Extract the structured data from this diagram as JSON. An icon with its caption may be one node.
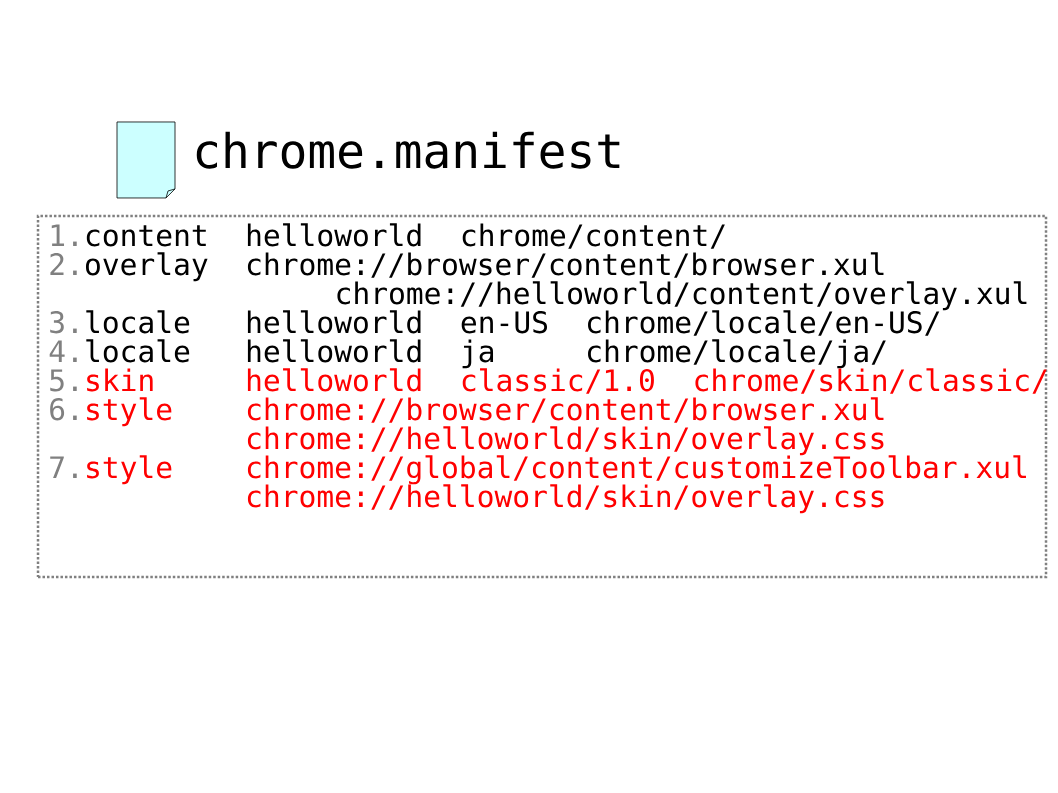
{
  "diagram": {
    "title": "chrome.manifest",
    "nodes": [
      {
        "text": [
          "1.",
          "content",
          "helloworld",
          "chrome/content/",
          "2.",
          "overlay",
          "chrome://browser/content/browser.xul",
          "chrome://helloworld/content/overlay.xul",
          "3.",
          "locale",
          "helloworld",
          "en-US",
          "chrome/locale/en-US/",
          "4.",
          "locale",
          "helloworld",
          "ja",
          "chrome/locale/ja/",
          "5.",
          "skin",
          "helloworld",
          "classic/1.0",
          "chrome/skin/classic/",
          "6.",
          "style",
          "chrome://browser/content/browser.xul",
          "chrome://helloworld/skin/overlay.css",
          "7.",
          "style",
          "chrome://global/content/customizeToolbar.xul",
          "chrome://helloworld/skin/overlay.css"
        ]
      }
    ]
  }
}
